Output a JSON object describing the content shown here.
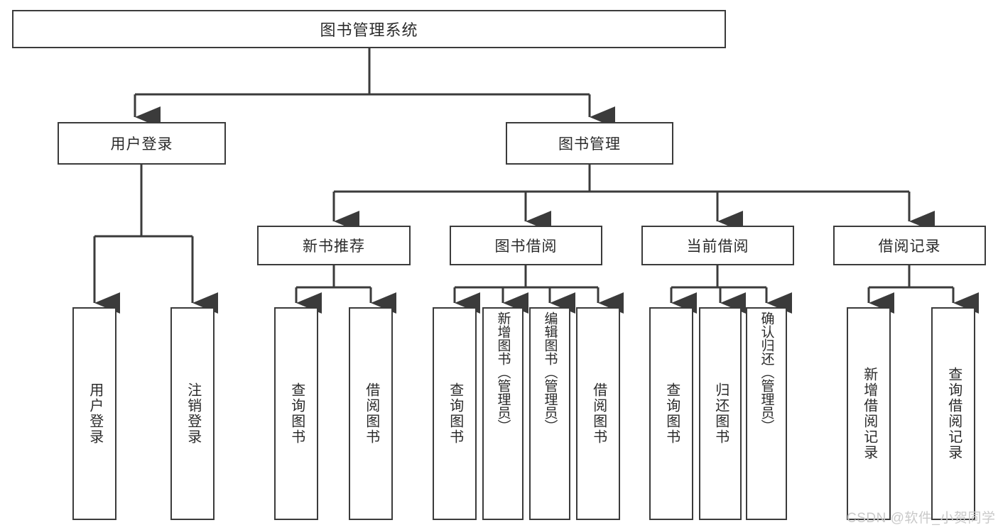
{
  "diagram": {
    "title": "图书管理系统",
    "type": "tree-hierarchy",
    "root": {
      "label": "图书管理系统"
    },
    "level1": [
      {
        "key": "user-login",
        "label": "用户登录"
      },
      {
        "key": "book-management",
        "label": "图书管理"
      }
    ],
    "level2": [
      {
        "key": "new-book-recommend",
        "label": "新书推荐"
      },
      {
        "key": "book-borrow",
        "label": "图书借阅"
      },
      {
        "key": "current-borrow",
        "label": "当前借阅"
      },
      {
        "key": "borrow-record",
        "label": "借阅记录"
      }
    ],
    "leaves": {
      "user-login": [
        {
          "key": "user-login-leaf",
          "label": "用户登录"
        },
        {
          "key": "logout-leaf",
          "label": "注销登录"
        }
      ],
      "new-book-recommend": [
        {
          "key": "query-book-1",
          "label": "查询图书"
        },
        {
          "key": "borrow-book-1",
          "label": "借阅图书"
        }
      ],
      "book-borrow": [
        {
          "key": "query-book-2",
          "label": "查询图书"
        },
        {
          "key": "add-book",
          "label": "新增图书（管理员）"
        },
        {
          "key": "edit-book",
          "label": "编辑图书（管理员）"
        },
        {
          "key": "borrow-book-2",
          "label": "借阅图书"
        }
      ],
      "current-borrow": [
        {
          "key": "query-book-3",
          "label": "查询图书"
        },
        {
          "key": "return-book",
          "label": "归还图书"
        },
        {
          "key": "confirm-return",
          "label": "确认归还（管理员）"
        }
      ],
      "borrow-record": [
        {
          "key": "add-borrow-record",
          "label": "新增借阅记录"
        },
        {
          "key": "query-borrow-record",
          "label": "查询借阅记录"
        }
      ]
    }
  },
  "watermark": {
    "text": "CSDN @软件_小贺同学"
  },
  "colors": {
    "stroke": "#3b3b3b",
    "background": "#ffffff",
    "text": "#2b2b2b",
    "watermark": "#c9c9c9"
  }
}
